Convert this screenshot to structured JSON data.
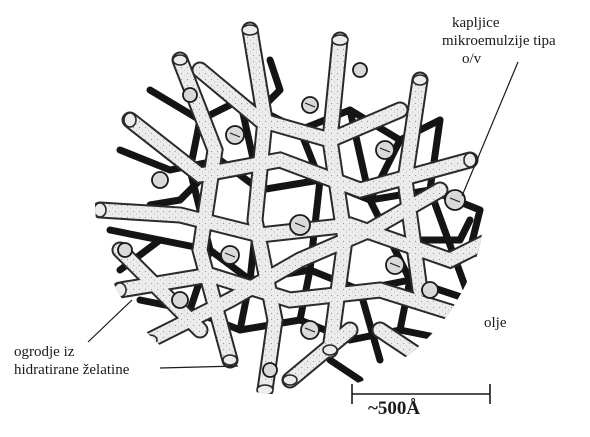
{
  "labels": {
    "droplets": [
      "kapljice",
      "mikroemulzije tipa",
      "o/v"
    ],
    "oil": "olje",
    "gelatin": [
      "ogrodje iz",
      "hidratirane želatine"
    ],
    "scale": "~500Å"
  },
  "colors": {
    "background": "#ffffff",
    "ink": "#1a1a1a",
    "strand_fill": "#ebebeb",
    "strand_outline": "#2a2a2a",
    "dark_network": "#141414",
    "droplet_fill": "#d9d9d9"
  }
}
